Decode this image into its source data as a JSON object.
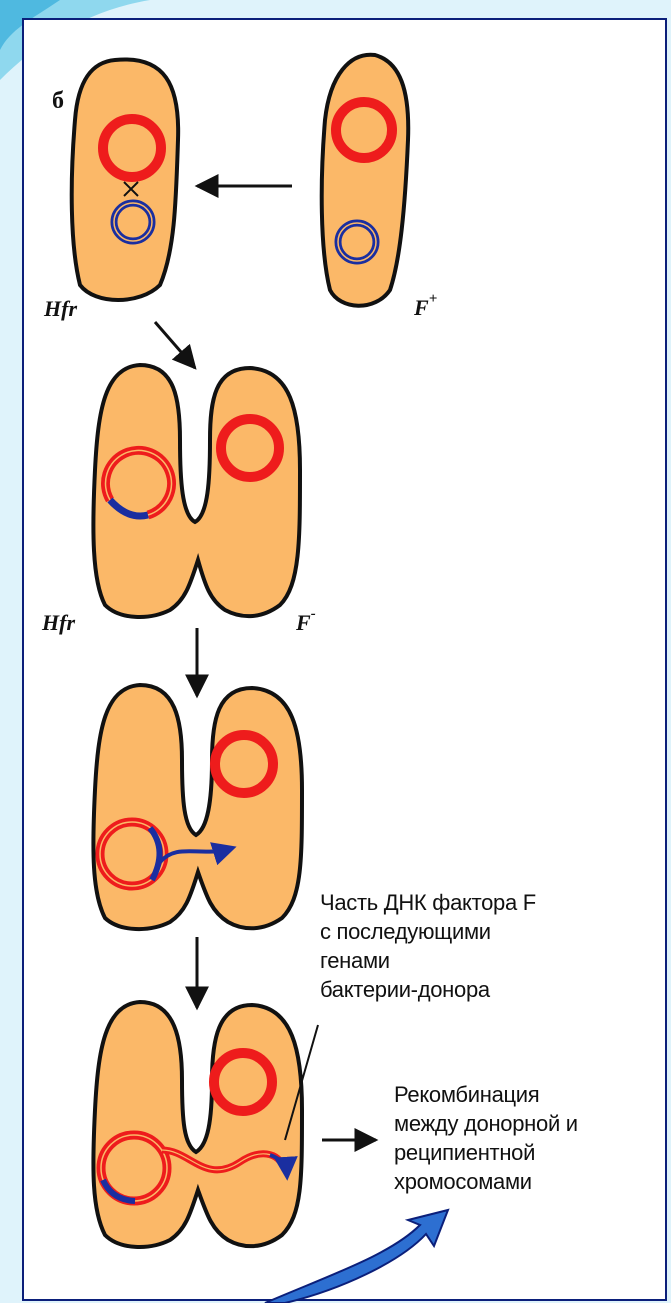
{
  "panel_letter": "б",
  "labels": {
    "hfr_1": "Hfr",
    "fplus": "F",
    "fplus_sup": "+",
    "hfr_2": "Hfr",
    "fminus": "F",
    "fminus_sup": "-"
  },
  "caption_dna": [
    "Часть ДНК фактора F",
    "с последующими",
    "генами",
    "бактерии-донора"
  ],
  "caption_recomb": [
    "Рекомбинация",
    "между донорной и",
    "реципиентной",
    "хромосомами"
  ],
  "colors": {
    "cell_fill": "#fbb868",
    "chromosome": "#ee1c1c",
    "plasmid": "#1a2ea0",
    "outline": "#111111",
    "pointer_arrow": "#2d6fd1",
    "frame_border": "#0b1f7a"
  }
}
